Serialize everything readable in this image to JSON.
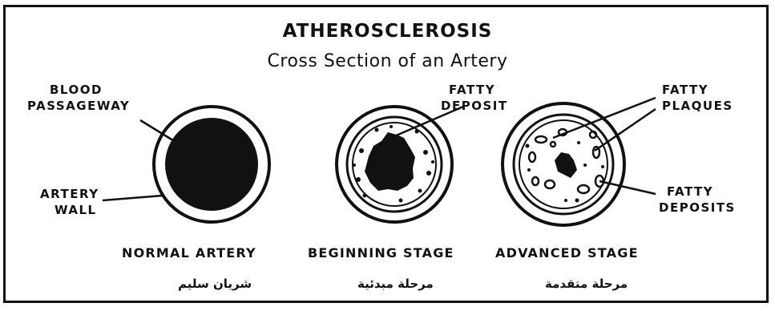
{
  "title": "ATHEROSCLEROSIS",
  "subtitle": "Cross Section of an Artery",
  "labels": {
    "blood_passageway": [
      "BLOOD",
      "PASSAGEWAY"
    ],
    "artery_wall": [
      "ARTERY",
      "WALL"
    ],
    "fatty_deposit": [
      "FATTY",
      "DEPOSIT"
    ],
    "fatty_plaques": [
      "FATTY",
      "PLAQUES"
    ],
    "fatty_deposits": [
      "FATTY",
      "DEPOSITS"
    ]
  },
  "stages": [
    {
      "name": "NORMAL ARTERY",
      "arabic": "شريان سليم"
    },
    {
      "name": "BEGINNING STAGE",
      "arabic": "مرحلة مبدئية"
    },
    {
      "name": "ADVANCED STAGE",
      "arabic": "مرحلة متقدمة"
    }
  ]
}
